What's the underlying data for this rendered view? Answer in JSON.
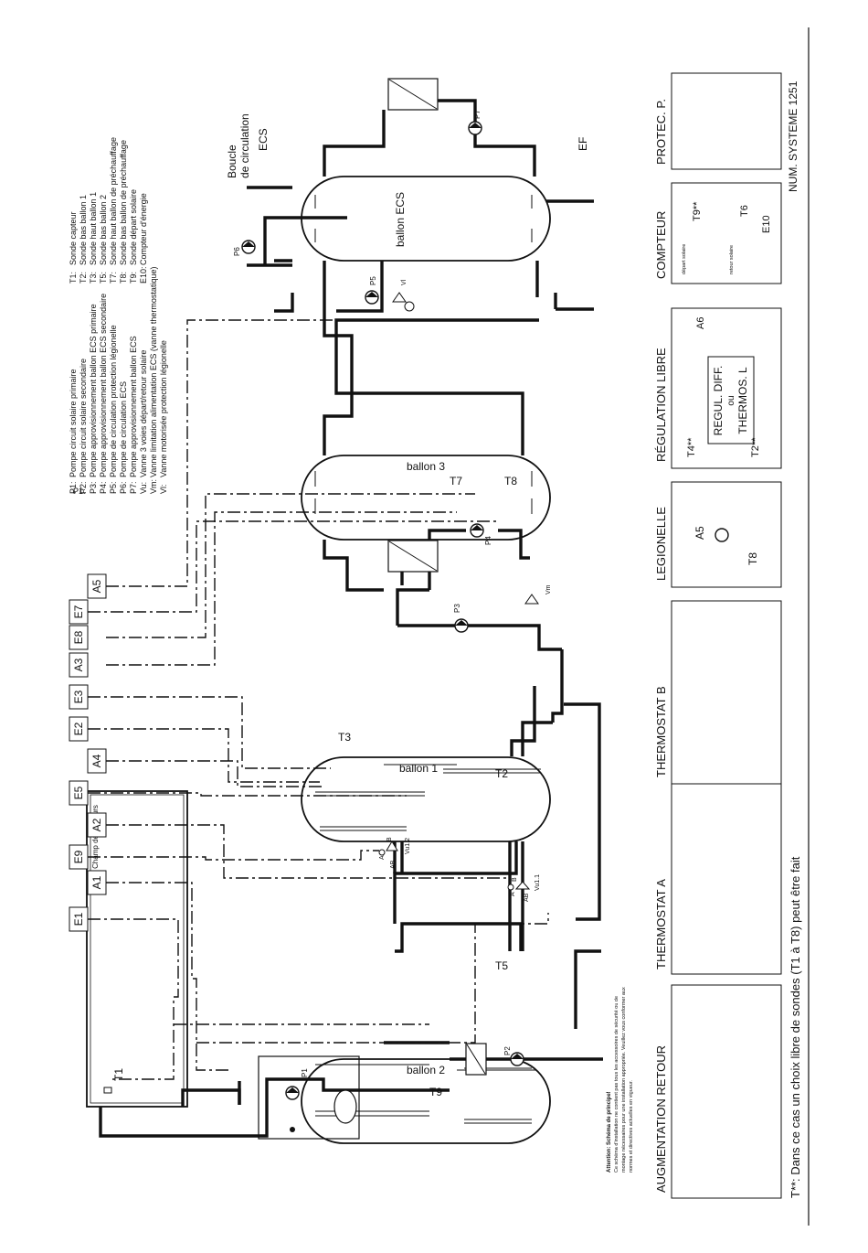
{
  "legend": [
    {
      "code": "P1:",
      "text": "Pompe circuit solaire primaire"
    },
    {
      "code": "P2:",
      "text": "Pompe circuit solaire secondaire"
    },
    {
      "code": "P3:",
      "text": "Pompe approvisionnement ballon ECS primaire"
    },
    {
      "code": "P4:",
      "text": "Pompe approvisionnement ballon ECS secondaire"
    },
    {
      "code": "P5:",
      "text": "Pompe de circulation protection légionelle"
    },
    {
      "code": "P6:",
      "text": "Pompe de circulation ECS"
    },
    {
      "code": "P7:",
      "text": "Pompe approvisionnement ballon ECS"
    },
    {
      "code": "Vu:",
      "text": "Vanne 3 voies départ/retour solaire"
    },
    {
      "code": "Vm:",
      "text": "Vanne limitation alimentation ECS (vanne thermostatique)"
    },
    {
      "code": "Vl:",
      "text": "Vanne motorisée protection légionelle"
    }
  ],
  "sensor_legend": [
    {
      "code": "T1:",
      "text": "Sonde capteur"
    },
    {
      "code": "T2:",
      "text": "Sonde bas ballon 1"
    },
    {
      "code": "T3:",
      "text": "Sonde haut ballon 1"
    },
    {
      "code": "T5:",
      "text": "Sonde bas ballon 2"
    },
    {
      "code": "T7:",
      "text": "Sonde haut ballon de préchauffage"
    },
    {
      "code": "T8:",
      "text": "Sonde bas ballon de préchauffage"
    },
    {
      "code": "T9:",
      "text": "Sonde départ solaire"
    },
    {
      "code": "E10:",
      "text": "Compteur d'énergie"
    }
  ],
  "tanks": {
    "ballon_2": "ballon 2",
    "ballon_1": "ballon 1",
    "ballon_3": "ballon 3",
    "ballon_ecs": "ballon ECS"
  },
  "collector": {
    "label": "Champ de capteurs",
    "sensor": "T1"
  },
  "sensors": {
    "t1": "T1",
    "t2": "T2",
    "t3": "T3",
    "t5": "T5",
    "t7": "T7",
    "t8": "T8",
    "t9": "T9"
  },
  "pumps": {
    "p1": "P1",
    "p2": "P2",
    "p3": "P3",
    "p4": "P4",
    "p5": "P5",
    "p6": "P6",
    "p7": "P7"
  },
  "valves": {
    "vu11": "Vu1.1",
    "vu12": "Vu1.2",
    "vm": "Vm",
    "vl": "Vl",
    "a": "A",
    "b": "B",
    "ab": "AB"
  },
  "loop": {
    "line1": "Boucle",
    "line2": "de circulation",
    "ecs": "ECS",
    "ef": "EF"
  },
  "terminals": {
    "e1": "E1",
    "a1": "A1",
    "e9": "E9",
    "a2": "A2",
    "e5": "E5",
    "a4": "A4",
    "e2": "E2",
    "e3": "E3",
    "a3": "A3",
    "e8": "E8",
    "e7": "E7",
    "a5": "A5"
  },
  "warning": {
    "title": "Attention: Schéma de principe!",
    "lines": [
      "Ce schéma d'installation ne contient pas tous les accessoires de sécurité ou de",
      "montage nécessaires pour une installation appropriée. Veuillez vous conformer aux",
      "normes et directives actuelles en vigueur."
    ]
  },
  "panels": {
    "augmentation": "AUGMENTATION RETOUR",
    "thermostat_a": "THERMOSTAT  A",
    "thermostat_b": "THERMOSTAT  B",
    "legionelle": "LEGIONELLE",
    "legionelle_a5": "A5",
    "legionelle_t8": "T8",
    "regulation": "RÉGULATION LIBRE",
    "regul_line1": "REGUL. DIFF.",
    "regul_line2": "ou",
    "regul_line3": "THERMOS. L",
    "regul_t4": "T4**",
    "regul_t2": "T2**",
    "regul_a6": "A6",
    "compteur": "COMPTEUR",
    "compteur_t9": "T9**",
    "compteur_t6": "T6",
    "compteur_e10": "E10",
    "compteur_depart": "départ solaire",
    "compteur_retour": "retour solaire",
    "protec": "PROTEC. P.",
    "system_number": "NUM. SYSTEME 1251"
  },
  "footnote": "T**: Dans ce cas un choix libre de sondes (T1 à T8) peut être fait"
}
